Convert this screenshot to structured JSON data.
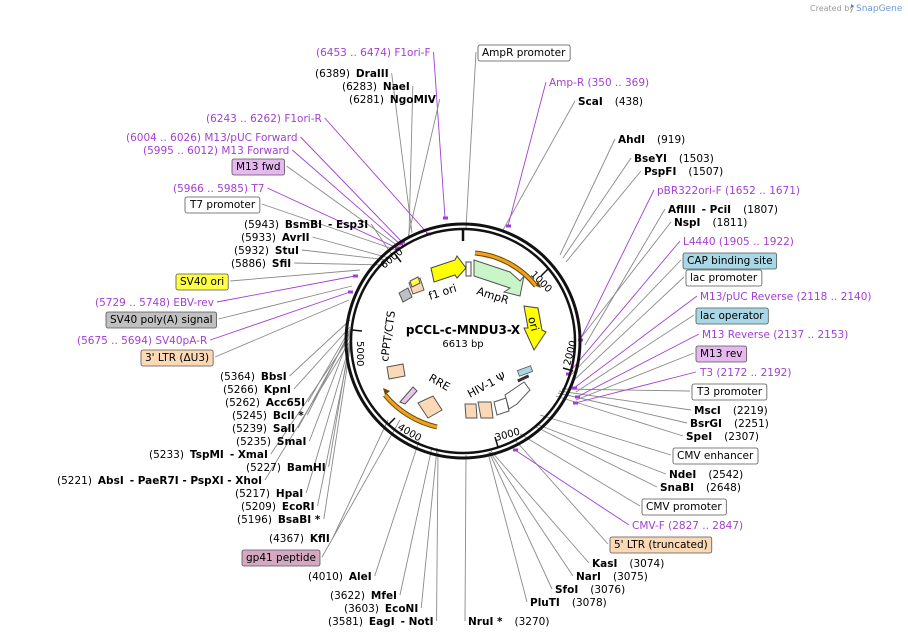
{
  "header": {
    "created_by": "Created by",
    "brand": "SnapGene"
  },
  "center": {
    "name": "pCCL-c-MNDU3-X",
    "length": "6613 bp"
  },
  "ticks": [
    "1000",
    "2000",
    "3000",
    "4000",
    "5000",
    "6000"
  ],
  "colors": {
    "primer": "#a33fd0",
    "gray_line": "#8a8a8a",
    "yellow": "#ffff00",
    "light_green": "#c9f5c9",
    "orange_arc": "#f0a020",
    "peach": "#fcd9b6",
    "pink": "#f7c6e4",
    "gray_fill": "#c0c0c0",
    "blue_fill": "#a8d8e6"
  },
  "features": {
    "f1ori": "f1 ori",
    "ampr": "AmpR",
    "ori": "ori",
    "hiv1": "HIV-1 Ψ",
    "rre": "RRE",
    "cppt": "cPPT/CTS"
  },
  "labels": [
    {
      "text": "(6453 .. 6474)  F1ori-F",
      "kind": "primer"
    },
    {
      "text": "AmpR promoter",
      "kind": "box",
      "fill": "#ffffff"
    },
    {
      "pos": "(6389)",
      "name": "DraIII",
      "kind": "site"
    },
    {
      "pos": "(6283)",
      "name": "NaeI",
      "kind": "site"
    },
    {
      "pos": "(6281)",
      "name": "NgoMIV",
      "kind": "site"
    },
    {
      "text": "(6243 .. 6262)  F1ori-R",
      "kind": "primer"
    },
    {
      "text": "(6004 .. 6026)  M13/pUC Forward",
      "kind": "primer"
    },
    {
      "text": "(5995 .. 6012)  M13 Forward",
      "kind": "primer"
    },
    {
      "text": "M13 fwd",
      "kind": "box",
      "fill": "#e6b8f0"
    },
    {
      "text": "(5966 .. 5985)  T7",
      "kind": "primer"
    },
    {
      "text": "T7 promoter",
      "kind": "box",
      "fill": "#ffffff"
    },
    {
      "pos": "(5943)",
      "name": "BsmBI",
      "extra": "- Esp3I",
      "kind": "site"
    },
    {
      "pos": "(5933)",
      "name": "AvrII",
      "kind": "site"
    },
    {
      "pos": "(5932)",
      "name": "StuI",
      "kind": "site"
    },
    {
      "pos": "(5886)",
      "name": "SfiI",
      "kind": "site"
    },
    {
      "text": "SV40 ori",
      "kind": "box",
      "fill": "#ffff44"
    },
    {
      "text": "(5729 .. 5748)  EBV-rev",
      "kind": "primer"
    },
    {
      "text": "SV40 poly(A) signal",
      "kind": "box",
      "fill": "#c0c0c0"
    },
    {
      "text": "(5675 .. 5694)  SV40pA-R",
      "kind": "primer"
    },
    {
      "text": "3' LTR (ΔU3)",
      "kind": "box",
      "fill": "#fcd9b6"
    },
    {
      "pos": "(5364)",
      "name": "BbsI",
      "kind": "site"
    },
    {
      "pos": "(5266)",
      "name": "KpnI",
      "kind": "site"
    },
    {
      "pos": "(5262)",
      "name": "Acc65I",
      "kind": "site"
    },
    {
      "pos": "(5245)",
      "name": "BclI *",
      "kind": "site"
    },
    {
      "pos": "(5239)",
      "name": "SalI",
      "kind": "site"
    },
    {
      "pos": "(5235)",
      "name": "SmaI",
      "kind": "site"
    },
    {
      "pos": "(5233)",
      "name": "TspMI",
      "extra": "- XmaI",
      "kind": "site"
    },
    {
      "pos": "(5227)",
      "name": "BamHI",
      "kind": "site"
    },
    {
      "pos": "(5221)",
      "name": "AbsI",
      "extra": "- PaeR7I   - PspXI   - XhoI",
      "kind": "site"
    },
    {
      "pos": "(5217)",
      "name": "HpaI",
      "kind": "site"
    },
    {
      "pos": "(5209)",
      "name": "EcoRI",
      "kind": "site"
    },
    {
      "pos": "(5196)",
      "name": "BsaBI *",
      "kind": "site"
    },
    {
      "pos": "(4367)",
      "name": "KflI",
      "kind": "site"
    },
    {
      "text": "gp41 peptide",
      "kind": "box",
      "fill": "#d4a8c0"
    },
    {
      "pos": "(4010)",
      "name": "AleI",
      "kind": "site"
    },
    {
      "pos": "(3622)",
      "name": "MfeI",
      "kind": "site"
    },
    {
      "pos": "(3603)",
      "name": "EcoNI",
      "kind": "site"
    },
    {
      "pos": "(3581)",
      "name": "EagI",
      "extra": "- NotI",
      "kind": "site"
    },
    {
      "name": "NruI *",
      "pos": "(3270)",
      "kind": "site"
    },
    {
      "name": "PluTI",
      "pos": "(3078)",
      "kind": "site"
    },
    {
      "name": "SfoI",
      "pos": "(3076)",
      "kind": "site"
    },
    {
      "name": "NarI",
      "pos": "(3075)",
      "kind": "site"
    },
    {
      "name": "KasI",
      "pos": "(3074)",
      "kind": "site"
    },
    {
      "text": "5' LTR (truncated)",
      "kind": "box",
      "fill": "#fcd9b6"
    },
    {
      "text": "CMV-F    (2827 .. 2847)",
      "kind": "primer"
    },
    {
      "text": "CMV promoter",
      "kind": "box",
      "fill": "#ffffff"
    },
    {
      "name": "SnaBI",
      "pos": "(2648)",
      "kind": "site"
    },
    {
      "name": "NdeI",
      "pos": "(2542)",
      "kind": "site"
    },
    {
      "text": "CMV enhancer",
      "kind": "box",
      "fill": "#ffffff"
    },
    {
      "name": "SpeI",
      "pos": "(2307)",
      "kind": "site"
    },
    {
      "name": "BsrGI",
      "pos": "(2251)",
      "kind": "site"
    },
    {
      "name": "MscI",
      "pos": "(2219)",
      "kind": "site"
    },
    {
      "text": "T3 promoter",
      "kind": "box",
      "fill": "#ffffff"
    },
    {
      "text": "T3    (2172 .. 2192)",
      "kind": "primer"
    },
    {
      "text": "M13 rev",
      "kind": "box",
      "fill": "#e6b8f0"
    },
    {
      "text": "M13 Reverse    (2137 .. 2153)",
      "kind": "primer"
    },
    {
      "text": "lac operator",
      "kind": "box",
      "fill": "#a8d8e6"
    },
    {
      "text": "M13/pUC Reverse    (2118 .. 2140)",
      "kind": "primer"
    },
    {
      "text": "lac promoter",
      "kind": "box",
      "fill": "#ffffff"
    },
    {
      "text": "CAP binding site",
      "kind": "box",
      "fill": "#a8d8e6"
    },
    {
      "text": "L4440    (1905 .. 1922)",
      "kind": "primer"
    },
    {
      "name": "NspI",
      "pos": "(1811)",
      "kind": "site"
    },
    {
      "name": "AflIII",
      "extra": "- PciI",
      "pos": "(1807)",
      "kind": "site"
    },
    {
      "text": "pBR322ori-F    (1652 .. 1671)",
      "kind": "primer"
    },
    {
      "name": "PspFI",
      "pos": "(1507)",
      "kind": "site"
    },
    {
      "name": "BseYI",
      "pos": "(1503)",
      "kind": "site"
    },
    {
      "name": "AhdI",
      "pos": "(919)",
      "kind": "site"
    },
    {
      "name": "ScaI",
      "pos": "(438)",
      "kind": "site"
    },
    {
      "text": "Amp-R    (350 .. 369)",
      "kind": "primer"
    }
  ]
}
